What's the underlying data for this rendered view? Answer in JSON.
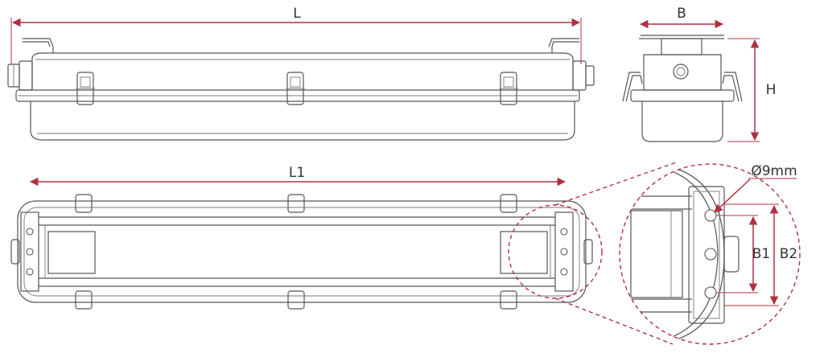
{
  "labels": {
    "L": "L",
    "B": "B",
    "H": "H",
    "L1": "L1",
    "hole_diameter": "Ø9mm",
    "B1": "B1",
    "B2": "B2"
  },
  "colors": {
    "dimension": "#b03040",
    "outline": "#555555",
    "background": "#ffffff"
  }
}
